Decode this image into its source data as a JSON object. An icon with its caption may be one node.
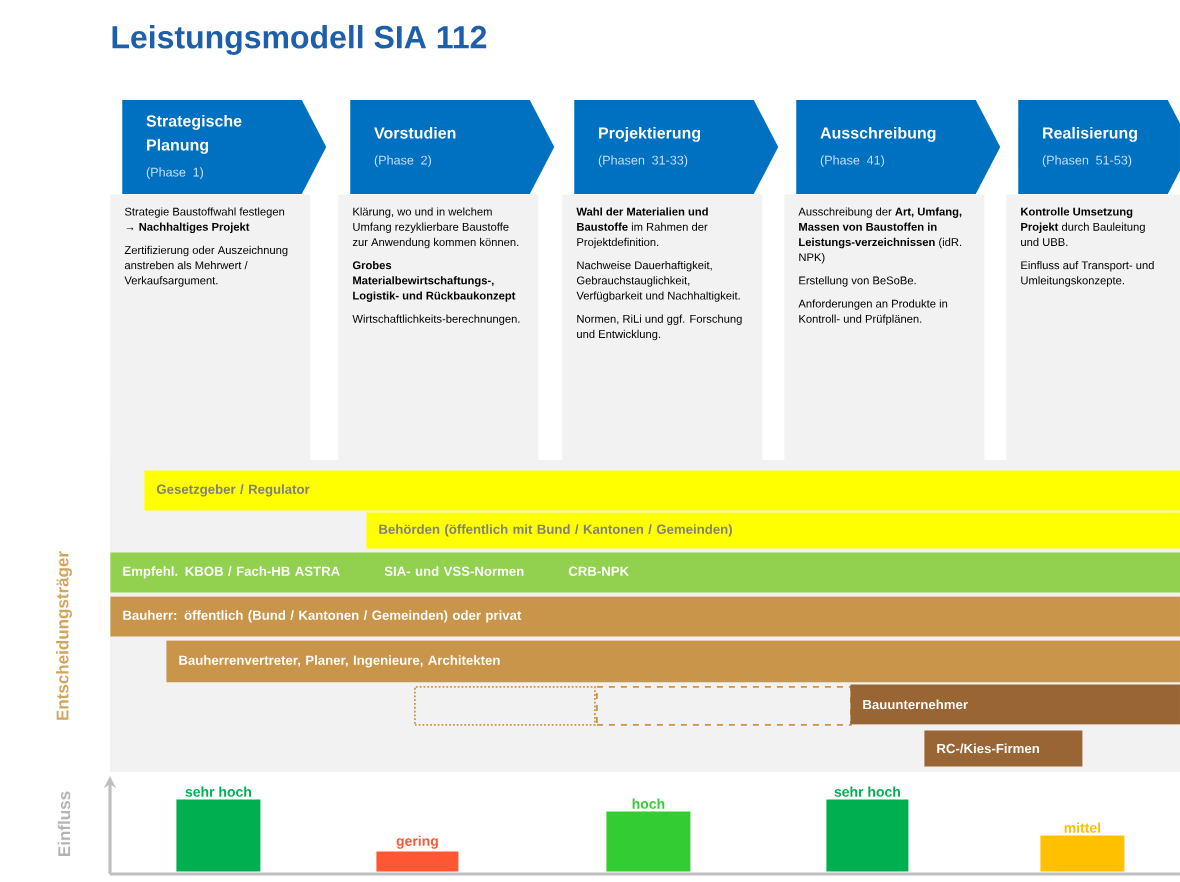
{
  "diagram": {
    "title": "Leistungsmodell SIA 112",
    "nodes": [
      {
        "text": [
          "Strategische Planung",
          "(Phase 1)"
        ]
      },
      {
        "text": [
          "Vorstudien",
          "(Phase 2)"
        ]
      },
      {
        "text": [
          "Projektierung",
          "(Phasen 31-33)"
        ]
      },
      {
        "text": [
          "Ausschreibung",
          "(Phase 41)"
        ]
      },
      {
        "text": [
          "Realisierung",
          "(Phasen 51-53)"
        ]
      },
      {
        "text": [
          "Strategie Baustoffwahl festlegen → **Nachhaltiges Projekt**",
          "Zertifizierung oder Auszeichnung anstreben als Mehrwert / Verkaufsargument."
        ]
      },
      {
        "text": [
          "Klärung, wo und in welchem Umfang rezyklierbare Baustoffe zur Anwendung kommen können.",
          "Grobes Materialbewirtschaftungs-, Logistik- und Rückbaukonzept",
          "Wirtschaftlichkeits-berechnungen."
        ]
      },
      {
        "text": [
          "**Wahl der Materialien und Baustoffe** im Rahmen der Projektdefinition.",
          "Nachweise Dauerhaftigkeit, Gebrauchstauglichkeit, Verfügbarkeit und Nachhaltigkeit.",
          "Normen, RiLi und ggf. Forschung und Entwicklung."
        ]
      },
      {
        "text": [
          "Ausschreibung der **Art, Umfang, Massen von Baustoffen in Leistungs-verzeichnissen** (idR. NPK)",
          "Erstellung von BeSoBe.",
          "Anforderungen an Produkte in Kontroll- und Prüfplänen."
        ]
      },
      {
        "text": [
          "**Kontrolle Umsetzung Projekt** durch Bauleitung und UBB.",
          "Einfluss auf Transport- und Umleitungskonzepte."
        ]
      },
      {
        "text": [
          "Gesetzgeber / Regulator"
        ]
      },
      {
        "text": [
          "Behörden (öffentlich mit Bund / Kantonen / Gemeinden)"
        ]
      },
      {
        "text": [
          "Empfehl. KBOB / Fach-HB ASTRA",
          "SIA- und VSS-Normen",
          "CRB-NPK"
        ]
      },
      {
        "text": [
          "Bauherr: öffentlich (Bund / Kantonen / Gemeinden) oder privat"
        ]
      },
      {
        "text": [
          "Bauherrenvertreter, Planer, Ingenieure, Architekten"
        ]
      },
      {
        "text": [],
        "shape": "box"
      },
      {
        "text": [],
        "shape": "box"
      },
      {
        "text": [
          "Bauunternehmer"
        ]
      },
      {
        "text": [
          "RC-/Kies-Firmen"
        ]
      },
      {
        "text": [
          "sehr hoch"
        ]
      },
      {
        "text": [
          "gering"
        ]
      },
      {
        "text": [
          "hoch"
        ]
      },
      {
        "text": [
          "sehr hoch"
        ]
      },
      {
        "text": [
          "mittel"
        ]
      }
    ],
    "labels": [
      "Entscheidungsträger",
      "Einfluss"
    ]
  }
}
